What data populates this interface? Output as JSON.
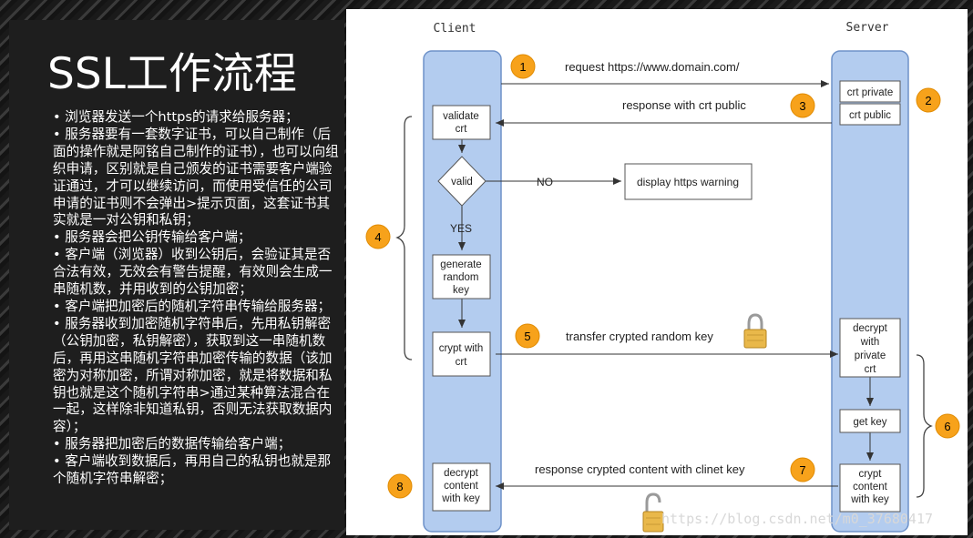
{
  "slide": {
    "title": "SSL工作流程",
    "bullets": [
      "浏览器发送一个https的请求给服务器；",
      "服务器要有一套数字证书，可以自己制作（后面的操作就是阿铭自己制作的证书），也可以向组织申请，区别就是自己颁发的证书需要客户端验证通过，才可以继续访问，而使用受信任的公司申请的证书则不会弹出>提示页面，这套证书其实就是一对公钥和私钥；",
      "服务器会把公钥传输给客户端；",
      "客户端（浏览器）收到公钥后，会验证其是否合法有效，无效会有警告提醒，有效则会生成一串随机数，并用收到的公钥加密；",
      "客户端把加密后的随机字符串传输给服务器；",
      "服务器收到加密随机字符串后，先用私钥解密（公钥加密，私钥解密），获取到这一串随机数后，再用这串随机字符串加密传输的数据（该加密为对称加密，所谓对称加密，就是将数据和私钥也就是这个随机字符串>通过某种算法混合在一起，这样除非知道私钥，否则无法获取数据内容）；",
      "服务器把加密后的数据传输给客户端；",
      "客户端收到数据后，再用自己的私钥也就是那个随机字符串解密；"
    ]
  },
  "diagram": {
    "client_label": "Client",
    "server_label": "Server",
    "messages": {
      "request": "request https://www.domain.com/",
      "response_crt": "response with crt public",
      "transfer_key": "transfer crypted random key",
      "response_content": "response crypted content with clinet key"
    },
    "client_boxes": {
      "validate": [
        "validate",
        "crt"
      ],
      "valid": "valid",
      "generate": [
        "generate",
        "random",
        "key"
      ],
      "crypt": [
        "crypt with",
        "crt"
      ],
      "decrypt": [
        "decrypt",
        "content",
        "with key"
      ]
    },
    "server_boxes": {
      "crt_private": "crt private",
      "crt_public": "crt public",
      "decrypt": [
        "decrypt",
        "with",
        "private",
        "crt"
      ],
      "get_key": "get key",
      "crypt": [
        "crypt",
        "content",
        "with key"
      ]
    },
    "branch": {
      "no_label": "NO",
      "yes_label": "YES",
      "warning": "display https warning"
    },
    "steps": [
      "1",
      "2",
      "3",
      "4",
      "5",
      "6",
      "7",
      "8"
    ],
    "colors": {
      "lane_fill": "#b3ccef",
      "lane_stroke": "#6e92c9",
      "step_fill": "#f7a21b",
      "step_stroke": "#e08a00"
    },
    "icons": [
      "lock-closed-icon",
      "lock-open-icon"
    ]
  },
  "watermark": "https://blog.csdn.net/m0_37680417"
}
